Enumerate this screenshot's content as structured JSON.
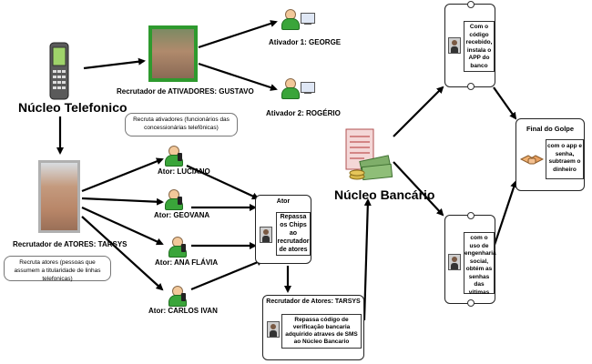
{
  "nucleo_telefonico": {
    "title": "Núcleo Telefonico"
  },
  "recrutador_ativadores": {
    "label": "Recrutador de ATIVADORES: GUSTAVO",
    "note": "Recruta ativadores (funcionários das concessionárias telefônicas)"
  },
  "ativadores": [
    {
      "label": "Ativador 1: GEORGE"
    },
    {
      "label": "Ativador 2: ROGÉRIO"
    }
  ],
  "recrutador_atores": {
    "label": "Recrutador de ATORES: TARSYS",
    "note": "Recruta atores (pessoas que assumem a titularidade de linhas telefonicas)"
  },
  "atores": [
    {
      "label": "Ator: LUCIANO"
    },
    {
      "label": "Ator: GEOVANA"
    },
    {
      "label": "Ator: ANA FLÁVIA"
    },
    {
      "label": "Ator: CARLOS IVAN"
    }
  ],
  "ator_card": {
    "title": "Ator",
    "body": "Repassa os Chips ao recrutador de atores"
  },
  "recrutador_card": {
    "title": "Recrutador de Atores: TARSYS",
    "body": "Repassa código de verificação bancaria adquirido atraves de SMS ao Núcleo Bancario"
  },
  "nucleo_bancario": {
    "title": "Núcleo Bancário"
  },
  "card_app": {
    "body": "Com o código recebido, instala o APP do banco"
  },
  "card_eng": {
    "body": "com o uso de engenharia social, obtém as senhas das vitimas"
  },
  "final_card": {
    "title": "Final do Golpe",
    "body": "com o app e senha, subtraem o dinheiro"
  },
  "colors": {
    "green": "#3aa53a",
    "frame_green": "#2e9a2e",
    "arrow": "#000000"
  }
}
